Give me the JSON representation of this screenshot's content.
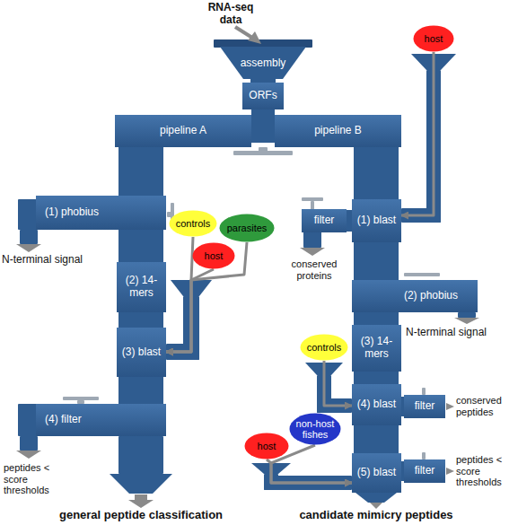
{
  "diagram": {
    "nodes": [
      {
        "text": [
          "assembly"
        ]
      },
      {
        "text": [
          "ORFs"
        ]
      },
      {
        "text": [
          "pipeline A"
        ]
      },
      {
        "text": [
          "pipeline B"
        ]
      },
      {
        "text": [
          "(1) phobius"
        ]
      },
      {
        "text": [
          "(2) 14-mers"
        ]
      },
      {
        "text": [
          "(3) blast"
        ]
      },
      {
        "text": [
          "controls"
        ]
      },
      {
        "text": [
          "host"
        ]
      },
      {
        "text": [
          "parasites"
        ]
      },
      {
        "text": [
          "(4) filter"
        ]
      },
      {
        "text": [
          "host"
        ]
      },
      {
        "text": [
          "(1) blast"
        ]
      },
      {
        "text": [
          "filter"
        ]
      },
      {
        "text": [
          "(2) phobius"
        ]
      },
      {
        "text": [
          "(3) 14-mers"
        ]
      },
      {
        "text": [
          "controls"
        ]
      },
      {
        "text": [
          "(4) blast"
        ]
      },
      {
        "text": [
          "filter"
        ]
      },
      {
        "text": [
          "non-host fishes"
        ]
      },
      {
        "text": [
          "host"
        ]
      },
      {
        "text": [
          "(5) blast"
        ]
      },
      {
        "text": [
          "filter"
        ]
      }
    ],
    "edges": [
      {
        "from": 0,
        "to": 1,
        "arrow": "none"
      },
      {
        "from": 1,
        "to": 2,
        "arrow": "none"
      },
      {
        "from": 1,
        "to": 3,
        "arrow": "none"
      },
      {
        "from": 2,
        "to": 4,
        "arrow": "none"
      },
      {
        "from": 4,
        "to": 5,
        "arrow": "none"
      },
      {
        "from": 5,
        "to": 6,
        "arrow": "none"
      },
      {
        "from": 7,
        "to": 6,
        "arrow": "to"
      },
      {
        "from": 8,
        "to": 6,
        "arrow": "to"
      },
      {
        "from": 9,
        "to": 6,
        "arrow": "to"
      },
      {
        "from": 6,
        "to": 10,
        "arrow": "none"
      },
      {
        "from": 3,
        "to": 12,
        "arrow": "none"
      },
      {
        "from": 11,
        "to": 12,
        "arrow": "to"
      },
      {
        "from": 12,
        "to": 13,
        "arrow": "none"
      },
      {
        "from": 12,
        "to": 14,
        "arrow": "none"
      },
      {
        "from": 14,
        "to": 15,
        "arrow": "none"
      },
      {
        "from": 15,
        "to": 17,
        "arrow": "none"
      },
      {
        "from": 16,
        "to": 17,
        "arrow": "to"
      },
      {
        "from": 17,
        "to": 18,
        "arrow": "none"
      },
      {
        "from": 17,
        "to": 21,
        "arrow": "none"
      },
      {
        "from": 19,
        "to": 21,
        "arrow": "to"
      },
      {
        "from": 20,
        "to": 21,
        "arrow": "to"
      },
      {
        "from": 21,
        "to": 22,
        "arrow": "none"
      }
    ],
    "labels": [
      "RNA-seq data",
      "N-terminal signal",
      "peptides < score thresholds",
      "general peptide classification",
      "conserved proteins",
      "N-terminal signal",
      "conserved peptides",
      "peptides < score thresholds",
      "candidate mimicry peptides"
    ]
  }
}
